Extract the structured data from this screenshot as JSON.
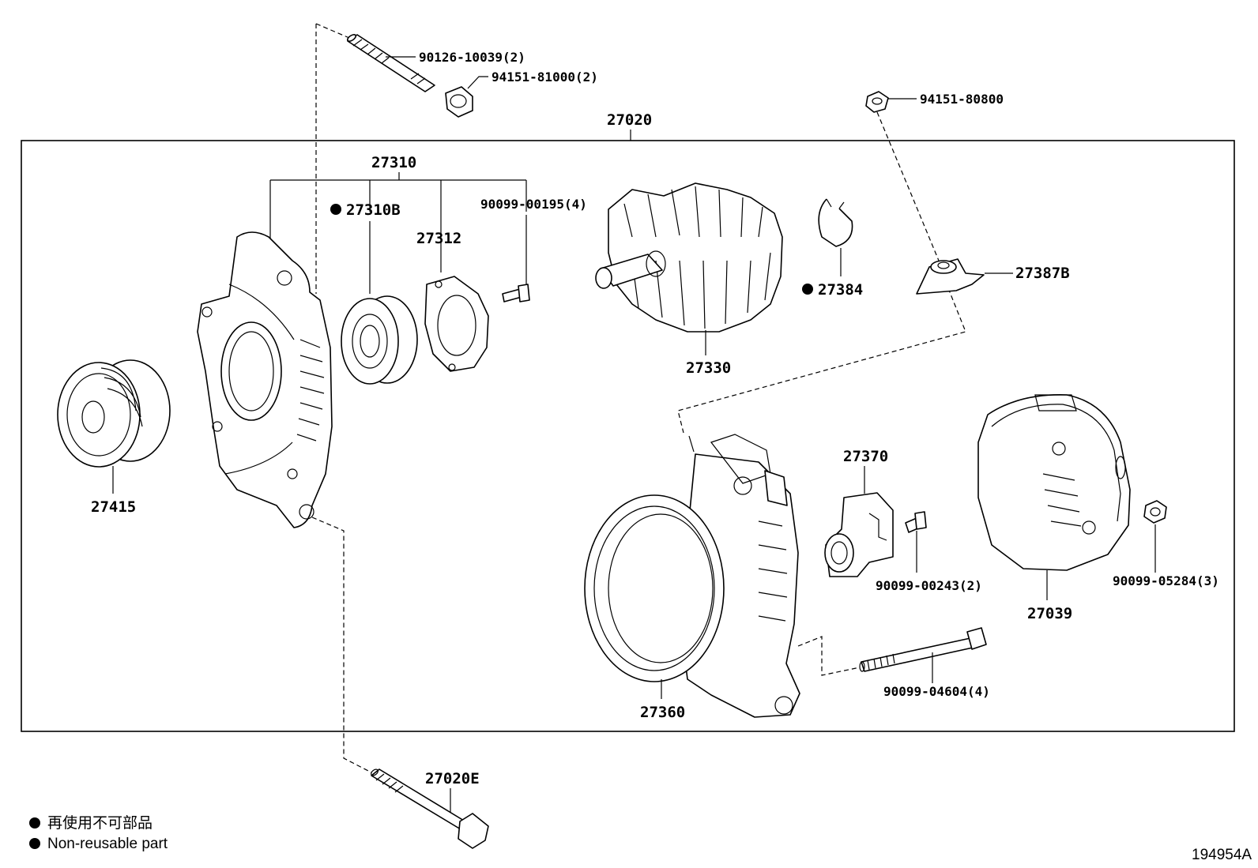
{
  "callouts": {
    "assembly": "27020",
    "assembly_bolt": "27020E",
    "bolt_top": "90126-10039(2)",
    "nut_top": "94151-81000(2)",
    "nut_right": "94151-80800",
    "frame": "27310",
    "bearing": "27310B",
    "retainer": "27312",
    "screw_retainer": "90099-00195(4)",
    "rotor": "27330",
    "ring": "27384",
    "terminal_insulator": "27387B",
    "pulley": "27415",
    "rear_frame": "27360",
    "regulator": "27370",
    "screw_regulator": "90099-00243(2)",
    "rear_cover": "27039",
    "nut_cover": "90099-05284(3)",
    "through_bolt": "90099-04604(4)"
  },
  "legend": {
    "line_jp": "再使用不可部品",
    "line_en": "Non-reusable part"
  },
  "diagram_id": "194954A"
}
